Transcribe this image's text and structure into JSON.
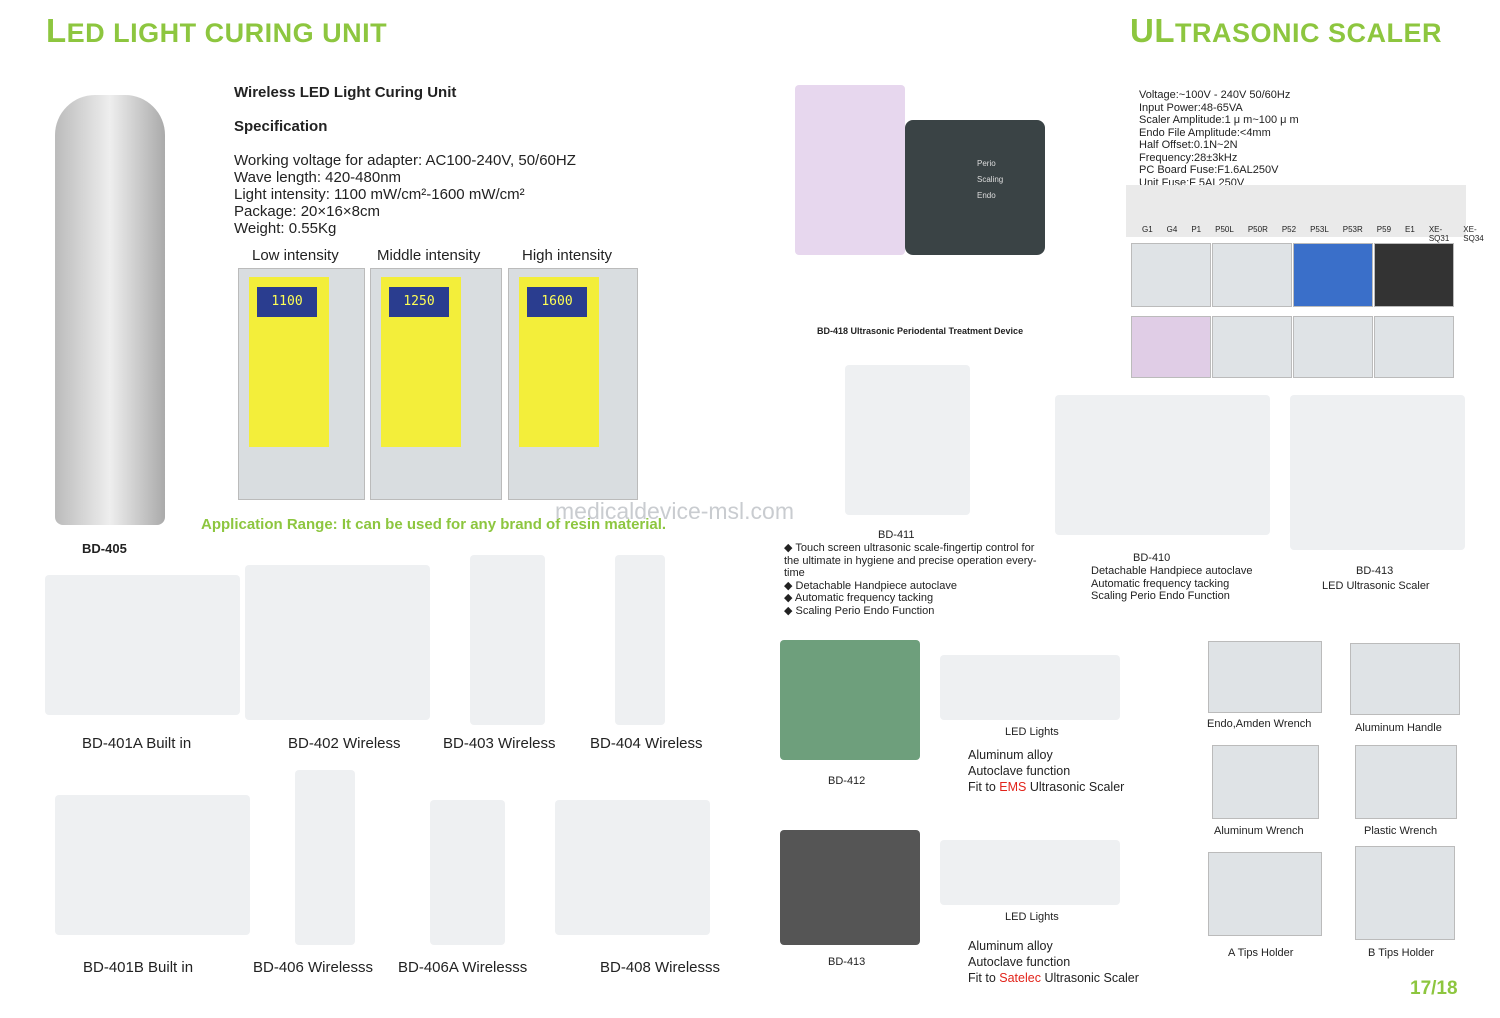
{
  "left": {
    "title_first": "L",
    "title_rest": "ED LIGHT CURING UNIT",
    "product_title": "Wireless LED Light Curing Unit",
    "spec_heading": "Specification",
    "specs": [
      "Working voltage for adapter: AC100-240V, 50/60HZ",
      "Wave length: 420-480nm",
      "Light intensity: 1100 mW/cm²-1600 mW/cm²",
      "Package: 20×16×8cm",
      "Weight: 0.55Kg"
    ],
    "intensity": [
      {
        "label": "Low intensity",
        "reading": "1100"
      },
      {
        "label": "Middle intensity",
        "reading": "1250"
      },
      {
        "label": "High intensity",
        "reading": "1600"
      }
    ],
    "main_model": "BD-405",
    "application": "Application Range: It can be used for any brand of resin material.",
    "models": [
      "BD-401A Built in",
      "BD-402 Wireless",
      "BD-403 Wireless",
      "BD-404 Wireless",
      "BD-401B Built in",
      "BD-406 Wirelesss",
      "BD-406A Wirelesss",
      "BD-408 Wirelesss"
    ]
  },
  "right": {
    "title_first": "UL",
    "title_rest": "TRASONIC SCALER",
    "specs": [
      "Voltage:~100V - 240V  50/60Hz",
      "Input Power:48-65VA",
      "Scaler Amplitude:1 μ m~100 μ m",
      "Endo File Amplitude:<4mm",
      "Half Offset:0.1N~2N",
      "Frequency:28±3kHz",
      "PC Board Fuse:F1.6AL250V",
      "Unit Fuse:F 5AL250V"
    ],
    "tips": [
      "G1",
      "G4",
      "P1",
      "P50L",
      "P50R",
      "P52",
      "P53L",
      "P53R",
      "P59",
      "E1",
      "XE-SQ31",
      "XE-SQ34"
    ],
    "panel_buttons": [
      "Perio",
      "Scaling",
      "Endo"
    ],
    "bd418": "BD-418 Ultrasonic Periodental Treatment Device",
    "bd411": {
      "model": "BD-411",
      "features": [
        "Touch screen ultrasonic scale-fingertip control for the ultimate in hygiene and precise operation every-time",
        "Detachable Handpiece autoclave",
        "Automatic frequency tacking",
        "Scaling Perio Endo Function"
      ]
    },
    "bd410": {
      "model": "BD-410",
      "features": [
        "Detachable Handpiece autoclave",
        "Automatic frequency tacking",
        "Scaling Perio Endo Function"
      ]
    },
    "bd413": {
      "model": "BD-413",
      "desc": "LED Ultrasonic Scaler"
    },
    "bd412_block": {
      "model": "BD-412",
      "led": "LED  Lights",
      "lines": [
        "Aluminum alloy",
        "Autoclave function"
      ],
      "fit_pre": "Fit to ",
      "fit_brand": "EMS",
      "fit_post": " Ultrasonic Scaler"
    },
    "bd413_block": {
      "model": "BD-413",
      "led": "LED  Lights",
      "lines": [
        "Aluminum alloy",
        "Autoclave function"
      ],
      "fit_pre": "Fit to ",
      "fit_brand": "Satelec",
      "fit_post": " Ultrasonic Scaler"
    },
    "accessories": [
      "Endo,Amden Wrench",
      "Aluminum Handle",
      "Aluminum Wrench",
      "Plastic Wrench",
      "A Tips Holder",
      "B Tips Holder"
    ]
  },
  "watermark": "medicaldevice-msl.com",
  "page_number": "17/18",
  "colors": {
    "title_green": "#8dc63f",
    "brand_red": "#e2231a"
  }
}
